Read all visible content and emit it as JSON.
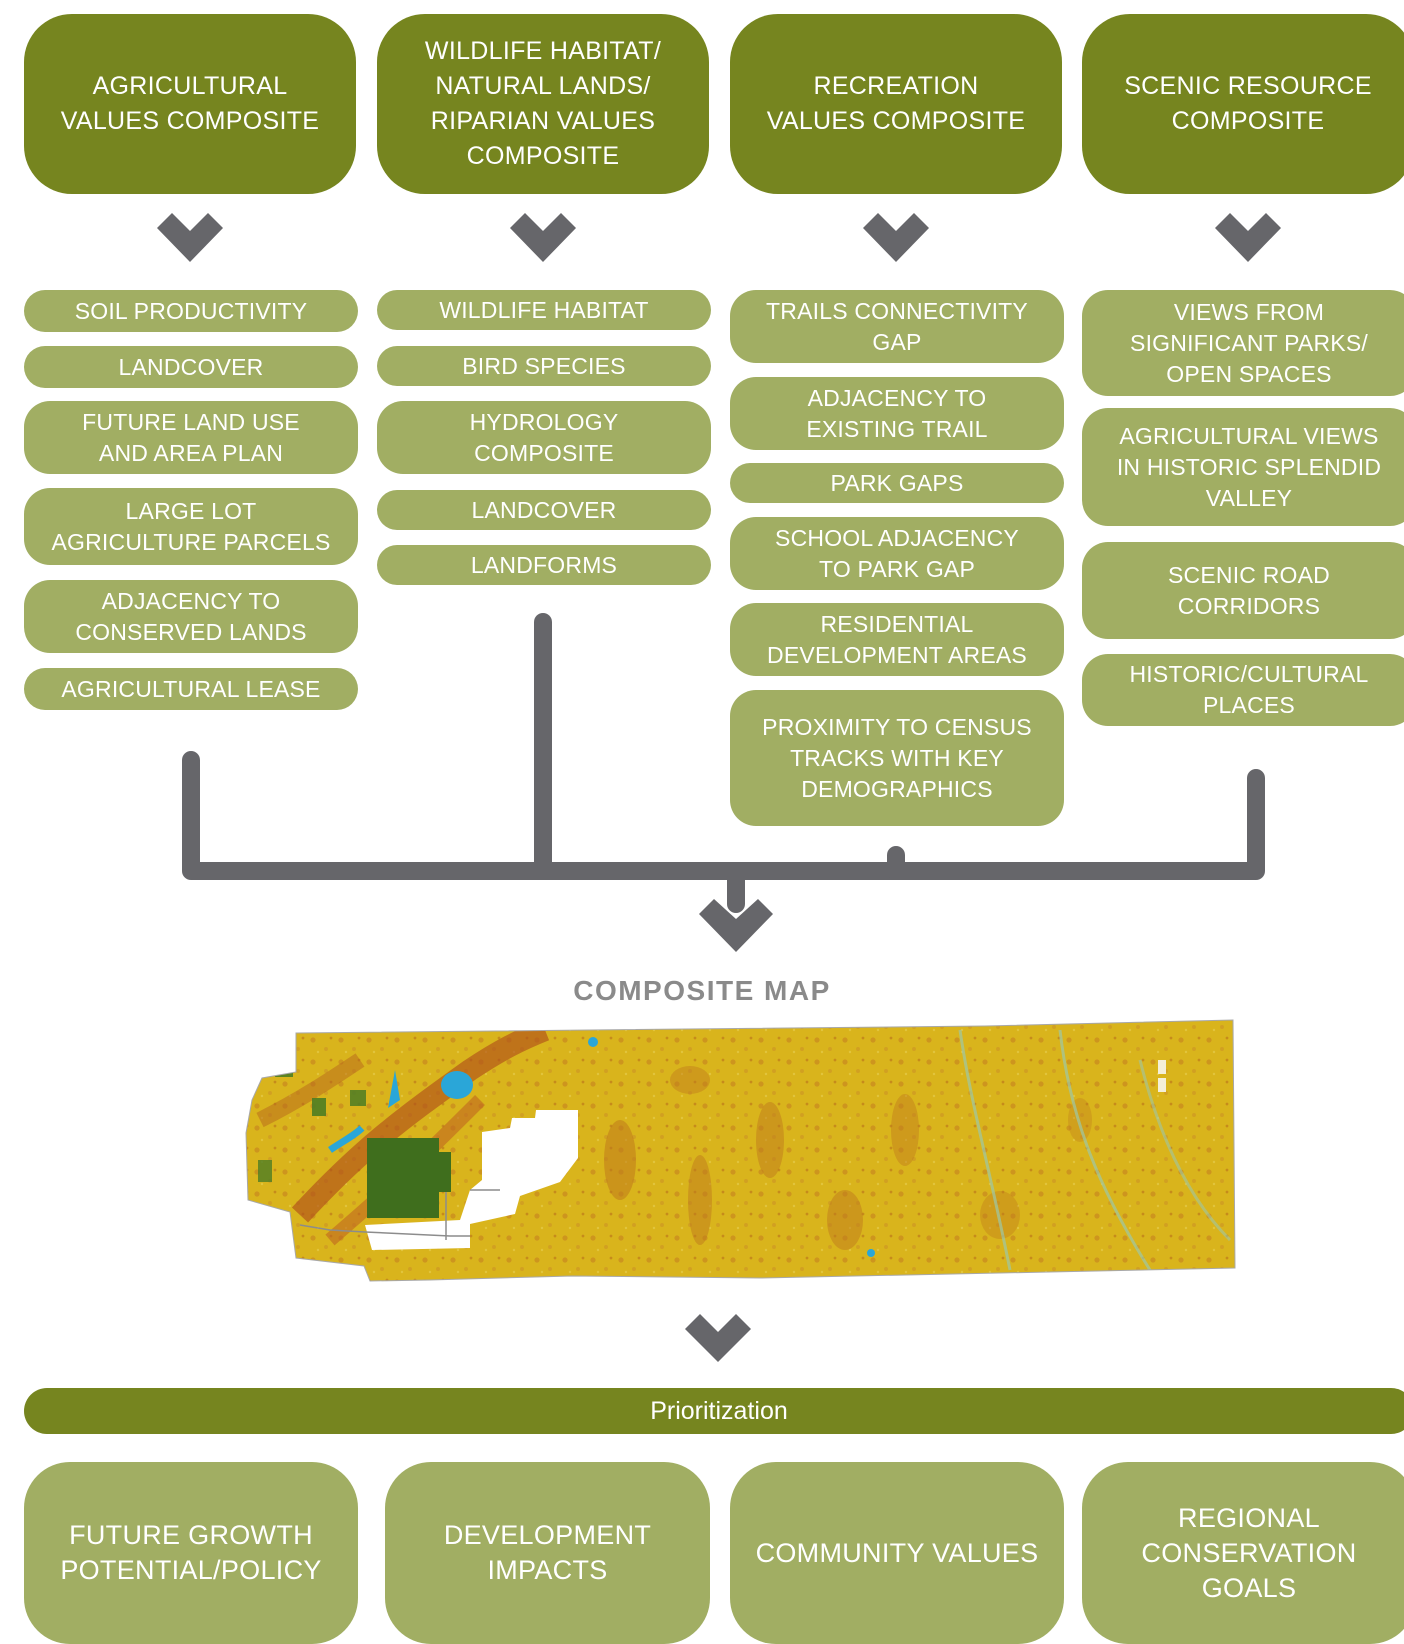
{
  "headers": [
    {
      "label": "AGRICULTURAL\nVALUES COMPOSITE"
    },
    {
      "label": "WILDLIFE HABITAT/\nNATURAL LANDS/\nRIPARIAN VALUES\nCOMPOSITE"
    },
    {
      "label": "RECREATION\nVALUES COMPOSITE"
    },
    {
      "label": "SCENIC RESOURCE\nCOMPOSITE"
    }
  ],
  "columns": [
    {
      "items": [
        "SOIL PRODUCTIVITY",
        "LANDCOVER",
        "FUTURE LAND USE\nAND AREA PLAN",
        "LARGE LOT\nAGRICULTURE PARCELS",
        "ADJACENCY TO\nCONSERVED LANDS",
        "AGRICULTURAL LEASE"
      ]
    },
    {
      "items": [
        "WILDLIFE HABITAT",
        "BIRD SPECIES",
        "HYDROLOGY\nCOMPOSITE",
        "LANDCOVER",
        "LANDFORMS"
      ]
    },
    {
      "items": [
        "TRAILS CONNECTIVITY\nGAP",
        "ADJACENCY TO\nEXISTING TRAIL",
        "PARK GAPS",
        "SCHOOL ADJACENCY\nTO PARK GAP",
        "RESIDENTIAL\nDEVELOPMENT AREAS",
        "PROXIMITY TO CENSUS\nTRACKS WITH KEY\nDEMOGRAPHICS"
      ]
    },
    {
      "items": [
        "VIEWS FROM\nSIGNIFICANT PARKS/\nOPEN SPACES",
        "AGRICULTURAL VIEWS\nIN HISTORIC SPLENDID\nVALLEY",
        "SCENIC ROAD\nCORRIDORS",
        "HISTORIC/CULTURAL\nPLACES"
      ]
    }
  ],
  "map_title": "COMPOSITE MAP",
  "prioritization_label": "Prioritization",
  "outcomes": [
    "FUTURE GROWTH\nPOTENTIAL/POLICY",
    "DEVELOPMENT\nIMPACTS",
    "COMMUNITY VALUES",
    "REGIONAL\nCONSERVATION\nGOALS"
  ],
  "colors": {
    "header": "#76851f",
    "pill": "#a1ae63",
    "connector": "#66666a",
    "map_yellow": "#d8b21a",
    "map_orange": "#c7801c",
    "map_green": "#3f6e1d",
    "map_blue": "#2aa6d8"
  }
}
